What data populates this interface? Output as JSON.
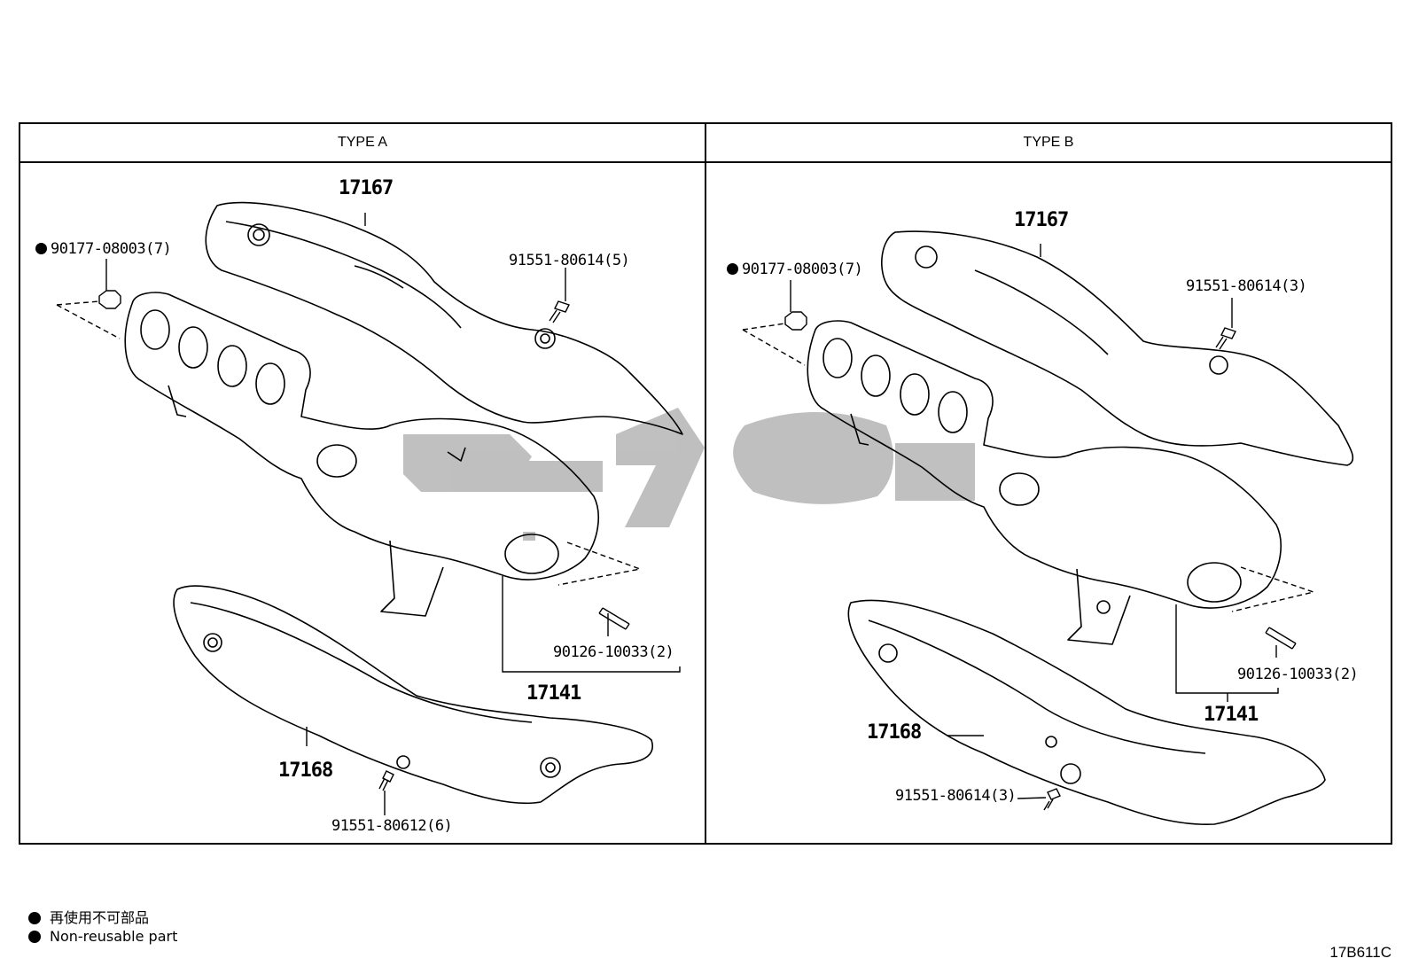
{
  "panels": {
    "a": {
      "title": "TYPE A",
      "labels": {
        "nut": "90177-08003(7)",
        "cover_upper": "17167",
        "bolt_upper": "91551-80614(5)",
        "stud": "90126-10033(2)",
        "manifold": "17141",
        "cover_lower": "17168",
        "bolt_lower": "91551-80612(6)"
      }
    },
    "b": {
      "title": "TYPE B",
      "labels": {
        "nut": "90177-08003(7)",
        "cover_upper": "17167",
        "bolt_upper": "91551-80614(3)",
        "stud": "90126-10033(2)",
        "manifold": "17141",
        "cover_lower": "17168",
        "bolt_lower": "91551-80614(3)"
      }
    }
  },
  "legend": {
    "jp": "再使用不可部品",
    "en": "Non-reusable part"
  },
  "diagram_code": "17B611C",
  "colors": {
    "line": "#000000",
    "watermark": "#b9b9b9"
  }
}
